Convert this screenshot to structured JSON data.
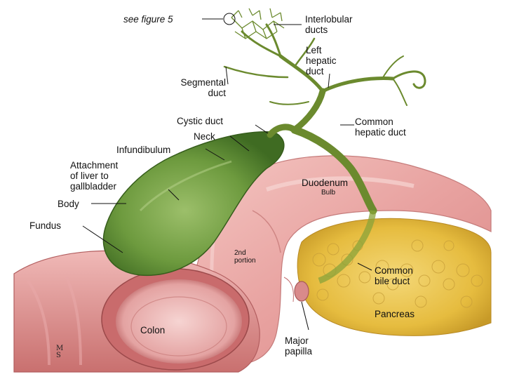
{
  "labels": {
    "see_figure": "see figure 5",
    "interlobular_ducts": "Interlobular\nducts",
    "left_hepatic_duct": "Left\nhepatic\nduct",
    "segmental_duct": "Segmental\nduct",
    "cystic_duct": "Cystic duct",
    "neck": "Neck",
    "common_hepatic_duct": "Common\nhepatic duct",
    "infundibulum": "Infundibulum",
    "attachment": "Attachment\nof liver to\ngallbladder",
    "duodenum": "Duodenum",
    "bulb": "Bulb",
    "body": "Body",
    "fundus": "Fundus",
    "second_portion": "2nd\nportion",
    "common_bile_duct": "Common\nbile duct",
    "pancreas": "Pancreas",
    "colon": "Colon",
    "major_papilla": "Major\npapilla"
  },
  "colors": {
    "duct_green": "#6b8a2e",
    "gallbladder_green": "#5f8f3a",
    "duodenum_pink": "#e9a7a6",
    "colon_pink": "#d98a8c",
    "pancreas_yellow": "#e8c34a"
  }
}
